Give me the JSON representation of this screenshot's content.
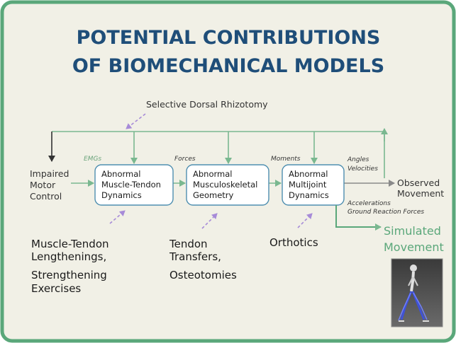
{
  "title": {
    "line1": "POTENTIAL CONTRIBUTIONS",
    "line2": "OF BIOMECHANICAL MODELS"
  },
  "top_intervention": "Selective Dorsal Rhizotomy",
  "input_label": {
    "line1": "Impaired",
    "line2": "Motor",
    "line3": "Control"
  },
  "boxes": [
    {
      "line1": "Abnormal",
      "line2": "Muscle-Tendon",
      "line3": "Dynamics"
    },
    {
      "line1": "Abnormal",
      "line2": "Musculoskeletal",
      "line3": "Geometry"
    },
    {
      "line1": "Abnormal",
      "line2": "Multijoint",
      "line3": "Dynamics"
    }
  ],
  "signals": {
    "emgs": "EMGs",
    "forces": "Forces",
    "moments": "Moments",
    "angles": "Angles",
    "velocities": "Velocities",
    "accelerations": "Accelerations",
    "ground_reaction_forces": "Ground Reaction Forces"
  },
  "output_label": {
    "line1": "Observed",
    "line2": "Movement"
  },
  "simulated_label": {
    "line1": "Simulated",
    "line2": "Movement"
  },
  "interventions": {
    "muscle": {
      "line1": "Muscle-Tendon",
      "line2": "Lengthenings,",
      "line3": "Strengthening",
      "line4": "Exercises"
    },
    "geometry": {
      "line1": "Tendon",
      "line2": "Transfers,",
      "line3": "Osteotomies"
    },
    "multijoint": {
      "line1": "Orthotics"
    }
  },
  "colors": {
    "title": "#1f4e79",
    "border": "#5aa77a",
    "arrow_green": "#7ab890",
    "simulated": "#5aa77a",
    "dashed_purple": "#a78bd8",
    "background": "#f1f0e6"
  }
}
